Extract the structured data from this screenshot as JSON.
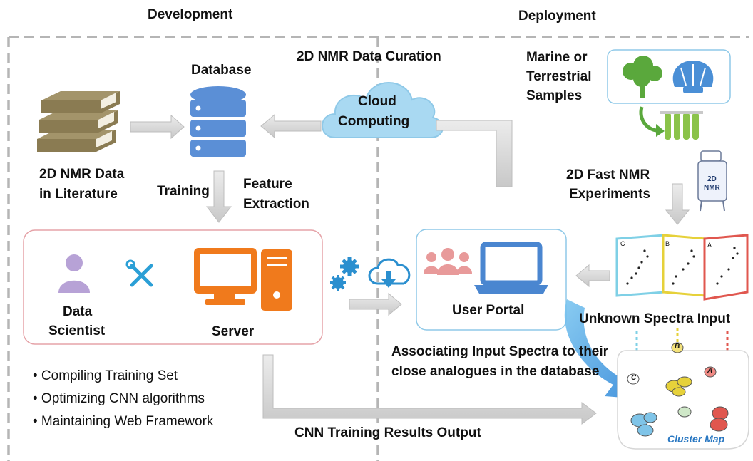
{
  "headers": {
    "development": "Development",
    "deployment": "Deployment"
  },
  "curation": "2D NMR Data Curation",
  "database_label": "Database",
  "cloud": {
    "line1": "Cloud",
    "line2": "Computing"
  },
  "literature": {
    "line1": "2D NMR Data",
    "line2": "in Literature"
  },
  "training": "Training",
  "feature": {
    "line1": "Feature",
    "line2": "Extraction"
  },
  "samples": {
    "line1": "Marine or",
    "line2": "Terrestrial",
    "line3": "Samples"
  },
  "nmr_instrument": {
    "line1": "2D",
    "line2": "NMR"
  },
  "experiments": {
    "line1": "2D Fast NMR",
    "line2": "Experiments"
  },
  "data_scientist": {
    "line1": "Data",
    "line2": "Scientist"
  },
  "server": "Server",
  "user_portal": "User Portal",
  "unknown_spectra": "Unknown Spectra Input",
  "spectra_tags": [
    "C",
    "B",
    "A"
  ],
  "associating": {
    "line1": "Associating Input Spectra to their",
    "line2": "close analogues in the database"
  },
  "bullets": [
    "• Compiling Training Set",
    "• Optimizing CNN algorithms",
    "• Maintaining Web Framework"
  ],
  "cnn_output": "CNN Training Results Output",
  "cluster_map": "Cluster Map",
  "cluster_tags": [
    "B",
    "C",
    "A"
  ],
  "colors": {
    "book": "#8a7b52",
    "database": "#5b8fd6",
    "cloud": "#a9d9f2",
    "server": "#f07a1c",
    "person": "#b7a2d6",
    "portal": "#4a86d0",
    "users": "#e89a9a",
    "tree": "#5aa83c",
    "shell": "#4a8fd6",
    "tube": "#8bc34a",
    "gear": "#2b8fcf",
    "arrow": "#d9d9d9",
    "cyan": "#7fd0e6",
    "yellow": "#e6d13a",
    "red": "#e0574f"
  }
}
